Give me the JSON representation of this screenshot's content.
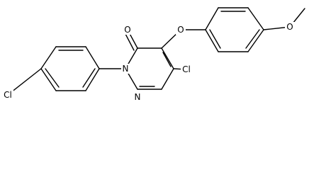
{
  "structure": {
    "atoms": {
      "o_carbonyl": "O",
      "o_ether": "O",
      "o_methoxy": "O",
      "n1": "N",
      "n2": "N",
      "cl_ring": "Cl",
      "cl_phenyl": "Cl"
    }
  }
}
